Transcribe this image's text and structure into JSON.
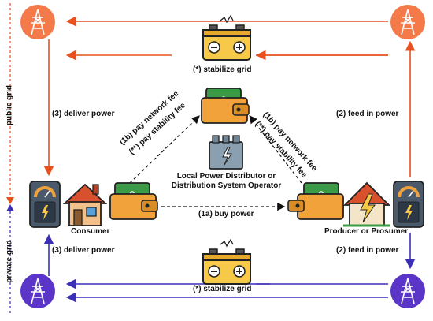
{
  "colors": {
    "public": "#e8501e",
    "private": "#3b2fb8",
    "public_node": "#f47a4a",
    "private_node": "#5a35c8",
    "wallet": "#f2a23a",
    "wallet_flap": "#3a9a45",
    "battery": "#f7c948",
    "meter": "#4a5a6a",
    "tower": "#ffffff"
  },
  "icons": {
    "grid_node": "power-tower-icon",
    "battery": "battery-icon",
    "wallet": "wallet-icon",
    "meter": "smart-meter-icon",
    "consumer_house": "house-icon",
    "prosumer_house": "solar-house-icon",
    "transformer": "transformer-icon"
  },
  "labels": {
    "public_grid": "public grid",
    "private_grid": "private grid",
    "stabilize_top": "(*) stabilize grid",
    "stabilize_bottom": "(*) stabilize grid",
    "deliver_top": "(3) deliver power",
    "deliver_bottom": "(3) deliver power",
    "feed_top": "(2) feed in power",
    "feed_bottom": "(2) feed in power",
    "pay_left_1": "(1b) pay network fee",
    "pay_left_2": "(**) pay stability fee",
    "pay_right_1": "(1b) pay network fee",
    "pay_right_2": "(**) pay stability fee",
    "distributor_1": "Local Power Distributor or",
    "distributor_2": "Distribution System Operator",
    "buy_power": "(1a) buy power",
    "consumer": "Consumer",
    "producer": "Producer or Prosumer"
  }
}
